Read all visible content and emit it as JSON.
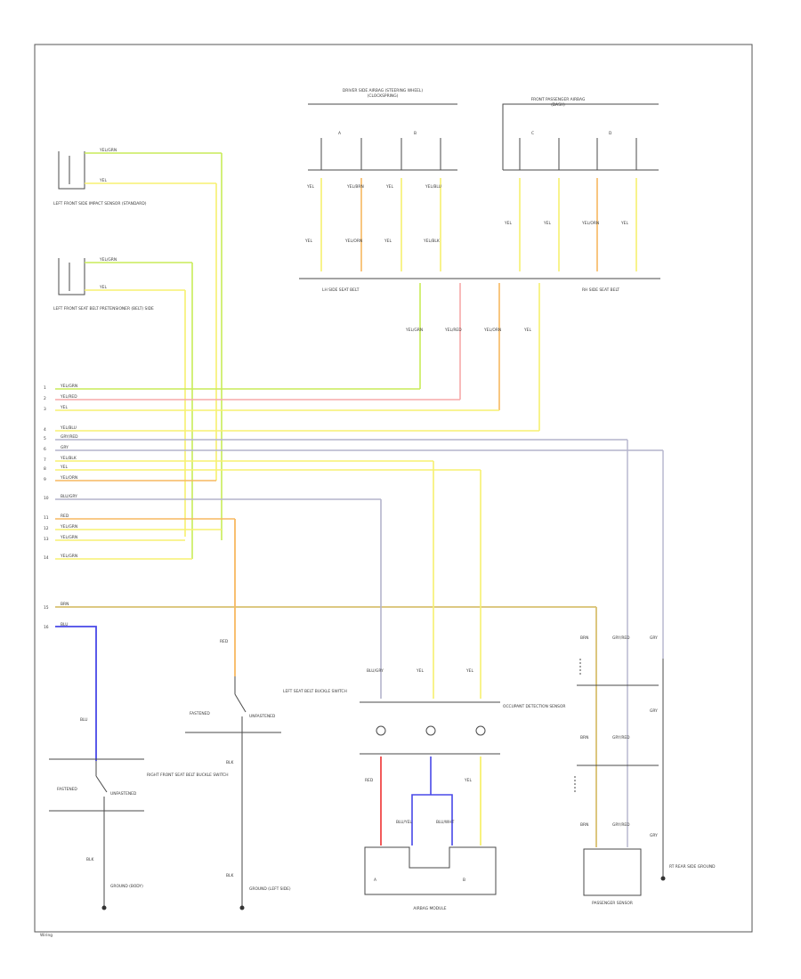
{
  "page": {
    "code": "Wiring"
  },
  "wire_labels": {
    "green": "YEL/GRN",
    "pink": "YEL/RED",
    "orange": "YEL/ORN",
    "yellow": "YEL",
    "yel_blu": "YEL/BLU",
    "yel_blk": "YEL/BLK",
    "gray": "BLU/GRY",
    "gray2": "GRY",
    "gray3": "GRY/RED",
    "red": "RED",
    "blue": "BLU",
    "brown": "BRN",
    "blk": "BLK",
    "blu_y": "BLU/YEL",
    "blu_w": "BLU/WHT",
    "yel_n": "YEL/BRN"
  },
  "components": {
    "left_front_sensor": "LEFT FRONT SIDE IMPACT SENSOR (STANDARD)",
    "left_front_seat": "LEFT FRONT SEAT BELT PRETENSIONER (BELT) SIDE",
    "center_top": "DRIVER SIDE AIRBAG (STEERING WHEEL)",
    "center_top_sub": "(CLOCKSPRING)",
    "right_top": "FRONT PASSENGER AIRBAG",
    "right_top_sub": "(DASH)",
    "mod_left": "LH SIDE SEAT BELT",
    "mod_right": "RH SIDE SEAT BELT",
    "left_seat_buckle": "LEFT SEAT BELT BUCKLE SWITCH",
    "ground_left": "GROUND (BODY)",
    "ground_mid": "GROUND (LEFT SIDE)",
    "occupant_sensor": "OCCUPANT DETECTION SENSOR",
    "airbag_module": "AIRBAG MODULE",
    "passenger_sensor": "PASSENGER SENSOR",
    "right_ground": "RT REAR SIDE GROUND",
    "right_front_seat": "RIGHT FRONT SEAT BELT BUCKLE SWITCH",
    "fastened": "FASTENED",
    "unfastened": "UNFASTENED",
    "conn_a": "A",
    "conn_b": "B",
    "conn_c": "C",
    "conn_d": "D"
  },
  "pin_numbers": [
    "1",
    "2",
    "3",
    "4",
    "5",
    "6",
    "7",
    "8",
    "9",
    "10",
    "11",
    "12",
    "13",
    "14",
    "15",
    "16"
  ],
  "wire_colors": {
    "green": "#c8ec58",
    "pink": "#f7a8a8",
    "orange": "#f7b860",
    "yellow": "#f7f070",
    "gray": "#b4b4cc",
    "brown": "#d8c070",
    "blue": "#4848e8",
    "red": "#f04848"
  }
}
